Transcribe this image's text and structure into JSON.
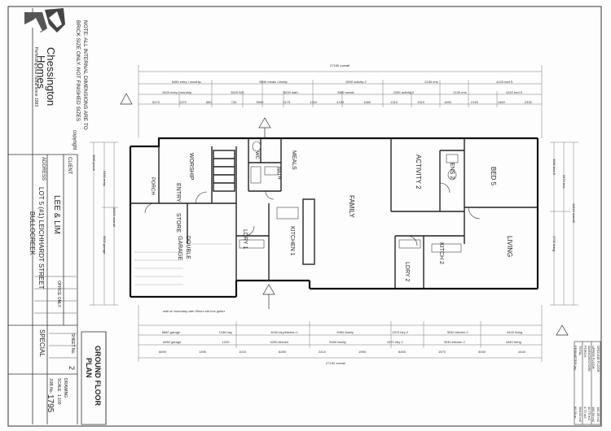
{
  "company": {
    "name_line1": "Chessington",
    "name_line2": "Homes",
    "tagline": "Perfecting your home since 1993"
  },
  "notes": {
    "line1": "NOTE: ALL INTERNAL DIMENSIONS ARE TO",
    "line2": "BRICK SIZE ONLY. NOT FINISHED SIZES"
  },
  "copyright": "copyright",
  "client": {
    "label": "CLIENT",
    "name": "LEE & LIM",
    "address_label": "ADDRESS",
    "address": "LOT 5 (#1) LEICHHARDT STREET",
    "suburb": "BULLOCREEK"
  },
  "sheet": {
    "title_line1": "GROUND FLOOR",
    "title_line2": "PLAN",
    "sheet_no_label": "SHEET No.",
    "sheet_no": "2",
    "drawing_label": "DRAWING",
    "scale_label": "SCALE",
    "scale": "1:100",
    "job_no_label": "JOB No.",
    "job_no": "1795",
    "special": "SPECIAL",
    "office_label": "OFFICE ONLY"
  },
  "rooms": [
    {
      "name": "WORSHIP",
      "w": "",
      "sub": ""
    },
    {
      "name": "ENTRY",
      "sub": ""
    },
    {
      "name": "PORCH",
      "sub": ""
    },
    {
      "name": "STORE",
      "sub": ""
    },
    {
      "name": "DOUBLE",
      "sub": "GARAGE"
    },
    {
      "name": "WC",
      "sub": ""
    },
    {
      "name": "BATH",
      "sub": ""
    },
    {
      "name": "MEALS",
      "sub": ""
    },
    {
      "name": "KITCHEN 1",
      "sub": ""
    },
    {
      "name": "LDRY 1",
      "sub": ""
    },
    {
      "name": "FAMILY",
      "sub": ""
    },
    {
      "name": "ACTIVITY 2",
      "sub": ""
    },
    {
      "name": "ENS 2",
      "sub": ""
    },
    {
      "name": "BED 5",
      "sub": ""
    },
    {
      "name": "KITCH 2",
      "sub": ""
    },
    {
      "name": "LDRY 2",
      "sub": ""
    },
    {
      "name": "LIVING",
      "sub": ""
    }
  ],
  "dimensions": {
    "overall_top": "27190 overall",
    "overall_bottom": "27190 overall",
    "top_row1": [
      "5490 entry / worship",
      "5840 meals / family",
      "2590 activity 2",
      "2150 ens",
      "4120 bed 5"
    ],
    "top_row2": [
      "3400 entry / worship",
      "3620 WC",
      "5030 bath",
      "3480 meals",
      "2330 activity 2",
      "2100 ens",
      "4120 bed 5"
    ],
    "top_row3": [
      "5470",
      "1370",
      "580",
      "720",
      "3590",
      "2170",
      "1310",
      "4150",
      "1360",
      "1310",
      "1510",
      "1450",
      "2150",
      "1460",
      "2330"
    ],
    "bottom_row1": [
      "6660 garage",
      "1180 bay",
      "4040 ldry/kitchen 1",
      "5490 family",
      "1570 ldry 2",
      "3030 kitchen 2",
      "4440 living"
    ],
    "bottom_row2": [
      "6960 garage",
      "1200",
      "6230 kitchen",
      "5400 family",
      "1570 ldry 2",
      "3030 kitchen 2",
      "4440 living"
    ],
    "bottom_row3": [
      "6690",
      "1395",
      "1015",
      "6280",
      "2410",
      "1950",
      "6450",
      "1570",
      "3030",
      "4440"
    ],
    "left_col": [
      "3860 porch",
      "3450 entry",
      "9600 garage",
      "11620 overall"
    ],
    "right_col": [
      "4660 bed 5",
      "2570 ens",
      "4700 living",
      "11610 overall"
    ],
    "bottom_note": "wall on boundary with 90mm std box gutter"
  },
  "areas": {
    "rows": [
      {
        "label": "GROUND FLOOR",
        "value": "181.05 m2"
      },
      {
        "label": "UPPER FLOOR",
        "value": "160.53 m2"
      },
      {
        "label": "GARAGE/STORE",
        "value": "40.75 m2"
      },
      {
        "label": "PORCH",
        "value": "4.70 m2"
      },
      {
        "label": "TOTAL",
        "value": "386.03 m2"
      }
    ],
    "perimeter_label": "PERIMETER (m)",
    "perimeter": "69.20 m"
  }
}
